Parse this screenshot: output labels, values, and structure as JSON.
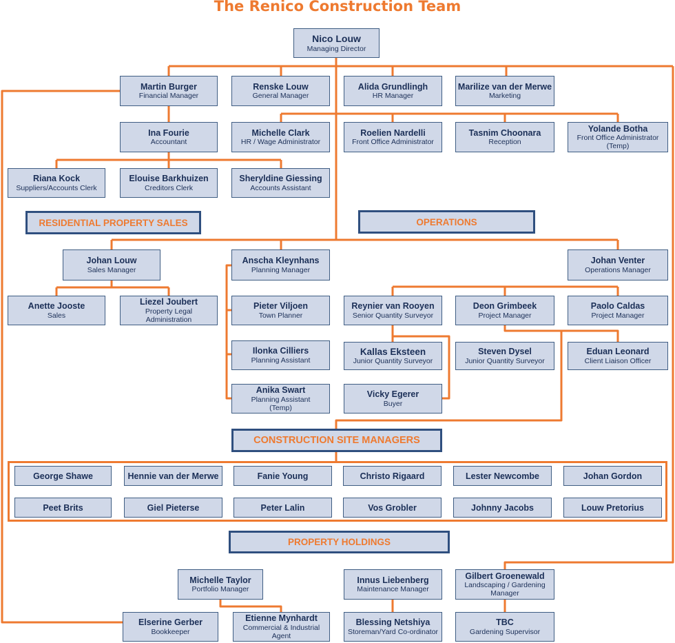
{
  "title": "The Renico Construction Team",
  "colors": {
    "accent": "#ee7a30",
    "box_fill": "#d0d8e8",
    "box_border": "#3e5c82",
    "text": "#1b2f57"
  },
  "nodes": {
    "nico": {
      "name": "Nico Louw",
      "role": "Managing Director"
    },
    "martin": {
      "name": "Martin Burger",
      "role": "Financial Manager"
    },
    "renske": {
      "name": "Renske Louw",
      "role": "General Manager"
    },
    "alida": {
      "name": "Alida Grundlingh",
      "role": "HR Manager"
    },
    "marilize": {
      "name": "Marilize van der Merwe",
      "role": "Marketing"
    },
    "ina": {
      "name": "Ina Fourie",
      "role": "Accountant"
    },
    "michelle_c": {
      "name": "Michelle Clark",
      "role": "HR / Wage Administrator"
    },
    "roelien": {
      "name": "Roelien Nardelli",
      "role": "Front Office Administrator"
    },
    "tasnim": {
      "name": "Tasnim Choonara",
      "role": "Reception"
    },
    "yolande": {
      "name": "Yolande Botha",
      "role": "Front Office Administrator (Temp)"
    },
    "riana": {
      "name": "Riana Kock",
      "role": "Suppliers/Accounts Clerk"
    },
    "elouise": {
      "name": "Elouise Barkhuizen",
      "role": "Creditors Clerk"
    },
    "sheryldine": {
      "name": "Sheryldine Giessing",
      "role": "Accounts Assistant"
    },
    "johan_l": {
      "name": "Johan Louw",
      "role": "Sales Manager"
    },
    "anscha": {
      "name": "Anscha Kleynhans",
      "role": "Planning Manager"
    },
    "johan_v": {
      "name": "Johan Venter",
      "role": "Operations Manager"
    },
    "anette": {
      "name": "Anette Jooste",
      "role": "Sales"
    },
    "liezel": {
      "name": "Liezel Joubert",
      "role": "Property Legal Administration"
    },
    "pieter": {
      "name": "Pieter Viljoen",
      "role": "Town Planner"
    },
    "ilonka": {
      "name": "Ilonka Cilliers",
      "role": "Planning Assistant"
    },
    "anika": {
      "name": "Anika Swart",
      "role": "Planning Assistant (Temp)"
    },
    "reynier": {
      "name": "Reynier van Rooyen",
      "role": "Senior Quantity Surveyor"
    },
    "deon": {
      "name": "Deon Grimbeek",
      "role": "Project Manager"
    },
    "paolo": {
      "name": "Paolo Caldas",
      "role": "Project Manager"
    },
    "kallas": {
      "name": "Kallas Eksteen",
      "role": "Junior Quantity Surveyor"
    },
    "steven": {
      "name": "Steven Dysel",
      "role": "Junior Quantity Surveyor"
    },
    "eduan": {
      "name": "Eduan Leonard",
      "role": "Client Liaison Officer"
    },
    "vicky": {
      "name": "Vicky Egerer",
      "role": "Buyer"
    },
    "michelle_t": {
      "name": "Michelle Taylor",
      "role": "Portfolio Manager"
    },
    "innus": {
      "name": "Innus Liebenberg",
      "role": "Maintenance Manager"
    },
    "gilbert": {
      "name": "Gilbert Groenewald",
      "role": "Landscaping / Gardening Manager"
    },
    "elserine": {
      "name": "Elserine Gerber",
      "role": "Bookkeeper"
    },
    "etienne": {
      "name": "Etienne Mynhardt",
      "role": "Commercial & Industrial Agent"
    },
    "blessing": {
      "name": "Blessing Netshiya",
      "role": "Storeman/Yard Co-ordinator"
    },
    "tbc": {
      "name": "TBC",
      "role": "Gardening Supervisor"
    }
  },
  "sections": {
    "residential": "RESIDENTIAL PROPERTY SALES",
    "operations": "OPERATIONS",
    "construction": "CONSTRUCTION SITE MANAGERS",
    "holdings": "PROPERTY HOLDINGS"
  },
  "site_managers": [
    "George Shawe",
    "Hennie van der Merwe",
    "Fanie Young",
    "Christo Rigaard",
    "Lester Newcombe",
    "Johan Gordon",
    "Peet Brits",
    "Giel Pieterse",
    "Peter Lalin",
    "Vos Grobler",
    "Johnny Jacobs",
    "Louw Pretorius"
  ]
}
